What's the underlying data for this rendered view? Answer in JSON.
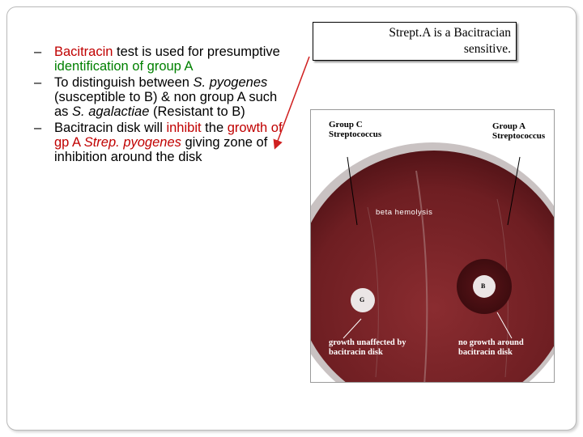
{
  "bullets": [
    {
      "dash": "–",
      "segments": [
        {
          "text": "Bacitracin",
          "style": "red"
        },
        {
          "text": " test is used for presumptive ",
          "style": "normal"
        },
        {
          "text": "identification of group A",
          "style": "green"
        }
      ]
    },
    {
      "dash": "–",
      "segments": [
        {
          "text": "To distinguish between ",
          "style": "normal"
        },
        {
          "text": "S. pyogenes",
          "style": "italic"
        },
        {
          "text": " (susceptible to B) & non group A such as ",
          "style": "normal"
        },
        {
          "text": "S. agalactiae",
          "style": "italic"
        },
        {
          "text": " (Resistant to B)",
          "style": "normal"
        }
      ]
    },
    {
      "dash": "–",
      "segments": [
        {
          "text": "Bacitracin disk will ",
          "style": "normal"
        },
        {
          "text": "inhibit",
          "style": "red"
        },
        {
          "text": " the ",
          "style": "normal"
        },
        {
          "text": "growth of gp A ",
          "style": "red"
        },
        {
          "text": "Strep. pyogenes",
          "style": "red-italic"
        },
        {
          "text": " giving zone of inhibition around the disk",
          "style": "normal"
        }
      ]
    }
  ],
  "callout": {
    "line1": "Strept.A is a Bacitracian",
    "line2": "sensitive."
  },
  "photo": {
    "label_group_c": "Group C\nStreptococcus",
    "label_group_a": "Group A\nStreptococcus",
    "label_beta": "beta hemolysis",
    "label_growth_unaffected": "growth unaffected by\nbacitracin disk",
    "label_no_growth": "no growth around\nbacitracin disk",
    "disk_left_label": "G",
    "disk_right_label": "B"
  },
  "colors": {
    "red_text": "#c00000",
    "green_text": "#008000",
    "arrow": "#d02020",
    "agar": "#6e1e22"
  }
}
